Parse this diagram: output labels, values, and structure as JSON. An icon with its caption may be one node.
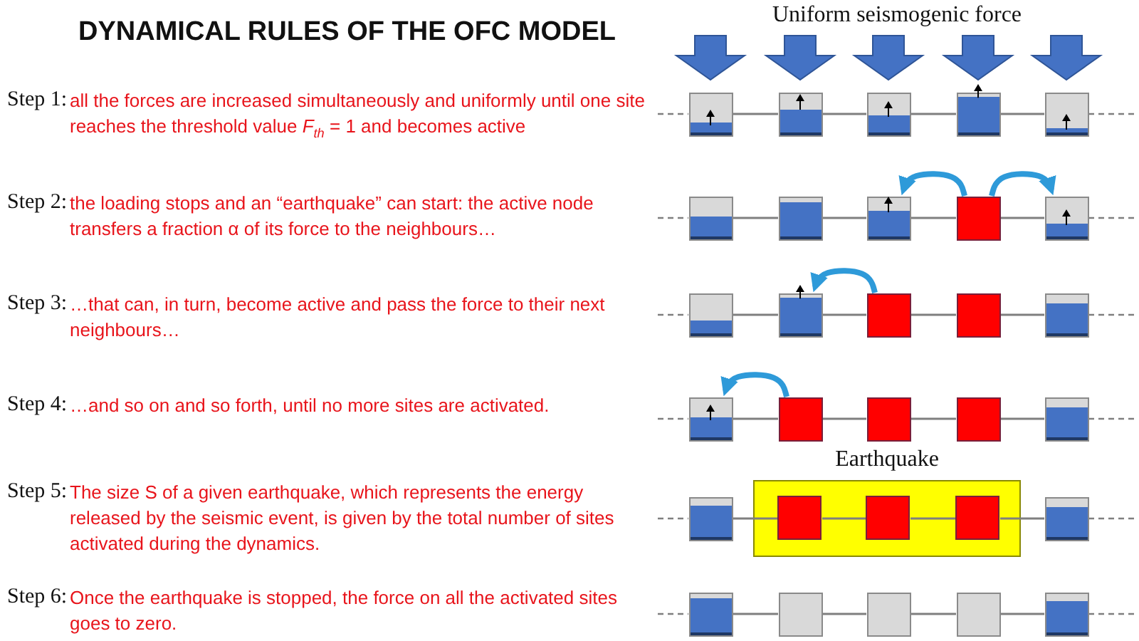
{
  "diagram": {
    "title": "DYNAMICAL RULES OF THE OFC MODEL",
    "nodes": [
      {
        "text": [],
        "shape": "box"
      },
      {
        "text": [],
        "shape": "box"
      },
      {
        "text": [],
        "shape": "box"
      },
      {
        "text": [],
        "shape": "box"
      },
      {
        "text": [],
        "shape": "box"
      },
      {
        "text": [],
        "shape": "box"
      },
      {
        "text": [],
        "shape": "box"
      },
      {
        "text": [],
        "shape": "box"
      },
      {
        "text": [],
        "shape": "box"
      },
      {
        "text": [],
        "shape": "box"
      },
      {
        "text": [],
        "shape": "box"
      },
      {
        "text": [],
        "shape": "box"
      },
      {
        "text": [],
        "shape": "box"
      },
      {
        "text": [],
        "shape": "box"
      },
      {
        "text": [],
        "shape": "box"
      },
      {
        "text": [],
        "shape": "box"
      },
      {
        "text": [],
        "shape": "box"
      },
      {
        "text": [],
        "shape": "box"
      },
      {
        "text": [],
        "shape": "box"
      },
      {
        "text": [],
        "shape": "box"
      },
      {
        "text": [],
        "shape": "box"
      },
      {
        "text": [
          "Earthquake"
        ]
      },
      {
        "text": [],
        "shape": "box",
        "in": 21
      },
      {
        "text": [],
        "shape": "box",
        "in": 21
      },
      {
        "text": [],
        "shape": "box",
        "in": 21
      },
      {
        "text": [],
        "shape": "box"
      },
      {
        "text": [],
        "shape": "box"
      },
      {
        "text": [],
        "shape": "box"
      },
      {
        "text": [],
        "shape": "box"
      },
      {
        "text": [],
        "shape": "box"
      },
      {
        "text": [],
        "shape": "box"
      }
    ],
    "edges": [
      {
        "from": null,
        "to": 0,
        "arrow": "none",
        "style": "dashed"
      },
      {
        "from": 0,
        "to": 1,
        "arrow": "none"
      },
      {
        "from": 1,
        "to": 2,
        "arrow": "none"
      },
      {
        "from": 2,
        "to": 3,
        "arrow": "none"
      },
      {
        "from": 3,
        "to": 4,
        "arrow": "none"
      },
      {
        "from": 4,
        "to": null,
        "arrow": "none",
        "style": "dashed"
      },
      {
        "from": null,
        "to": 5,
        "arrow": "none",
        "style": "dashed"
      },
      {
        "from": 5,
        "to": 6,
        "arrow": "none"
      },
      {
        "from": 6,
        "to": 7,
        "arrow": "none"
      },
      {
        "from": 7,
        "to": 8,
        "arrow": "none"
      },
      {
        "from": 8,
        "to": 9,
        "arrow": "none"
      },
      {
        "from": 9,
        "to": null,
        "arrow": "none",
        "style": "dashed"
      },
      {
        "from": null,
        "to": 10,
        "arrow": "none",
        "style": "dashed"
      },
      {
        "from": 10,
        "to": 11,
        "arrow": "none"
      },
      {
        "from": 11,
        "to": 12,
        "arrow": "none"
      },
      {
        "from": 12,
        "to": 13,
        "arrow": "none"
      },
      {
        "from": 13,
        "to": 14,
        "arrow": "none"
      },
      {
        "from": 14,
        "to": null,
        "arrow": "none",
        "style": "dashed"
      },
      {
        "from": null,
        "to": 15,
        "arrow": "none",
        "style": "dashed"
      },
      {
        "from": 15,
        "to": 16,
        "arrow": "none"
      },
      {
        "from": 16,
        "to": 17,
        "arrow": "none"
      },
      {
        "from": 17,
        "to": 18,
        "arrow": "none"
      },
      {
        "from": 18,
        "to": 19,
        "arrow": "none"
      },
      {
        "from": 19,
        "to": null,
        "arrow": "none",
        "style": "dashed"
      },
      {
        "from": null,
        "to": 20,
        "arrow": "none",
        "style": "dashed"
      },
      {
        "from": 20,
        "to": 22,
        "arrow": "none"
      },
      {
        "from": 22,
        "to": 23,
        "arrow": "none"
      },
      {
        "from": 23,
        "to": 24,
        "arrow": "none"
      },
      {
        "from": 24,
        "to": 25,
        "arrow": "none"
      },
      {
        "from": 25,
        "to": null,
        "arrow": "none",
        "style": "dashed"
      },
      {
        "from": null,
        "to": 26,
        "arrow": "none",
        "style": "dashed"
      },
      {
        "from": 26,
        "to": 27,
        "arrow": "none"
      },
      {
        "from": 27,
        "to": 28,
        "arrow": "none"
      },
      {
        "from": 28,
        "to": 29,
        "arrow": "none"
      },
      {
        "from": 29,
        "to": 30,
        "arrow": "none"
      },
      {
        "from": 30,
        "to": null,
        "arrow": "none",
        "style": "dashed"
      },
      {
        "from": 8,
        "to": 7,
        "arrow": "to",
        "style": "thick",
        "color": "#2e9ad9"
      },
      {
        "from": 8,
        "to": 9,
        "arrow": "to",
        "style": "thick",
        "color": "#2e9ad9"
      },
      {
        "from": 12,
        "to": 11,
        "arrow": "to",
        "style": "thick",
        "color": "#2e9ad9"
      },
      {
        "from": 16,
        "to": 15,
        "arrow": "to",
        "style": "thick",
        "color": "#2e9ad9"
      }
    ],
    "labels": [
      "Uniform seismogenic force",
      "Step 1:",
      "all the forces are increased simultaneously and uniformly until one site reaches the threshold value *F*$_{th}$ = 1 and becomes active",
      "Step 2:",
      "the loading stops and an “earthquake” can start: the active node transfers a fraction α of its force to the neighbours…",
      "Step 3:",
      "…that can, in turn, become active and pass the force to their next neighbours…",
      "Step 4:",
      "…and so on and so forth, until no more sites are activated.",
      "Step 5:",
      "The size S of a given earthquake, which represents the energy released by the seismic event, is given by the total number of sites activated during the dynamics.",
      "Step 6:",
      "Once the earthquake is stopped, the force on all the activated sites goes to zero."
    ]
  }
}
